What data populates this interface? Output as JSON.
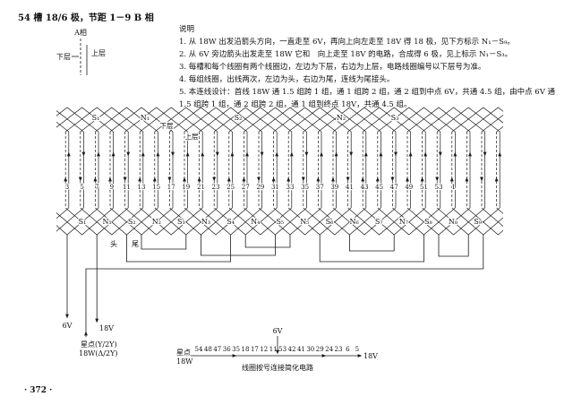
{
  "title": "54 槽 18/6 极，节距 1－9 B 相",
  "legend": {
    "phase": "A相",
    "lower_layer": "下层",
    "upper_layer": "上层"
  },
  "notes": {
    "heading": "说明",
    "items": [
      "1. 从 18W 出发沿箭头方向，一直走至 6V，再向上向左走至 18V 得 18 极，见下方标示 N₁－S₉。",
      "2. 从 6V 旁边箭头出发走至 18W 它和　向上走至 18V 的电路，合成得 6 极，见上标示 N₁－S₃。",
      "3. 每槽和每个线圈有两个线圈边，左边为下层，右边为上层，电路线圈编号以下层号为准。",
      "4. 每组线圈，出线两次，左边为头，右边为尾，连线为尾接头。",
      "5. 本连线设计：首线 18W 通 1.5 组跨 1 组，通 1 组跨 2 组，通 2 组到中点 6V，共通 4.5 组，由中点 6V 通 1.5 组跨 1 组，通 2 组跨 2 组，通 1 组到终点 18V，共通 4.5 组。"
    ]
  },
  "diagram": {
    "top_pole_labels": [
      "S₁",
      "N₁",
      "S₂",
      "N₂",
      "S₃"
    ],
    "layer_labels": {
      "lower": "下层",
      "upper": "上层"
    },
    "slot_numbers": [
      "3",
      "5",
      "7",
      "9",
      "11",
      "13",
      "15",
      "17",
      "19",
      "21",
      "23",
      "25",
      "27",
      "29",
      "31",
      "33",
      "35",
      "37",
      "39",
      "41",
      "43",
      "45",
      "47",
      "49",
      "51",
      "53",
      "1"
    ],
    "bottom_pole_labels": [
      "S₁",
      "N₁",
      "S₂",
      "N₂",
      "S₃",
      "N₃",
      "S₄",
      "N₄",
      "S₅",
      "N₅",
      "S₆",
      "N₆",
      "S₇",
      "N₇",
      "S₈",
      "N₈",
      "S₉"
    ],
    "head": "头",
    "tail": "尾",
    "leads": {
      "v6": "6V",
      "v18": "18V",
      "star": "星点(Y/2Y)",
      "w18": "18W(Δ/2Y)"
    }
  },
  "simplified_circuit": {
    "start_top": "星点",
    "start_bottom": "18W",
    "midpoint": "6V",
    "end": "18V",
    "coil_sequence": [
      "54",
      "48",
      "47",
      "36",
      "35",
      "18",
      "17",
      "12",
      "11",
      "53",
      "42",
      "41",
      "30",
      "29",
      "24",
      "23",
      "6",
      "5"
    ],
    "caption": "线圈按号连接简化电路"
  },
  "page_number": "· 372 ·"
}
